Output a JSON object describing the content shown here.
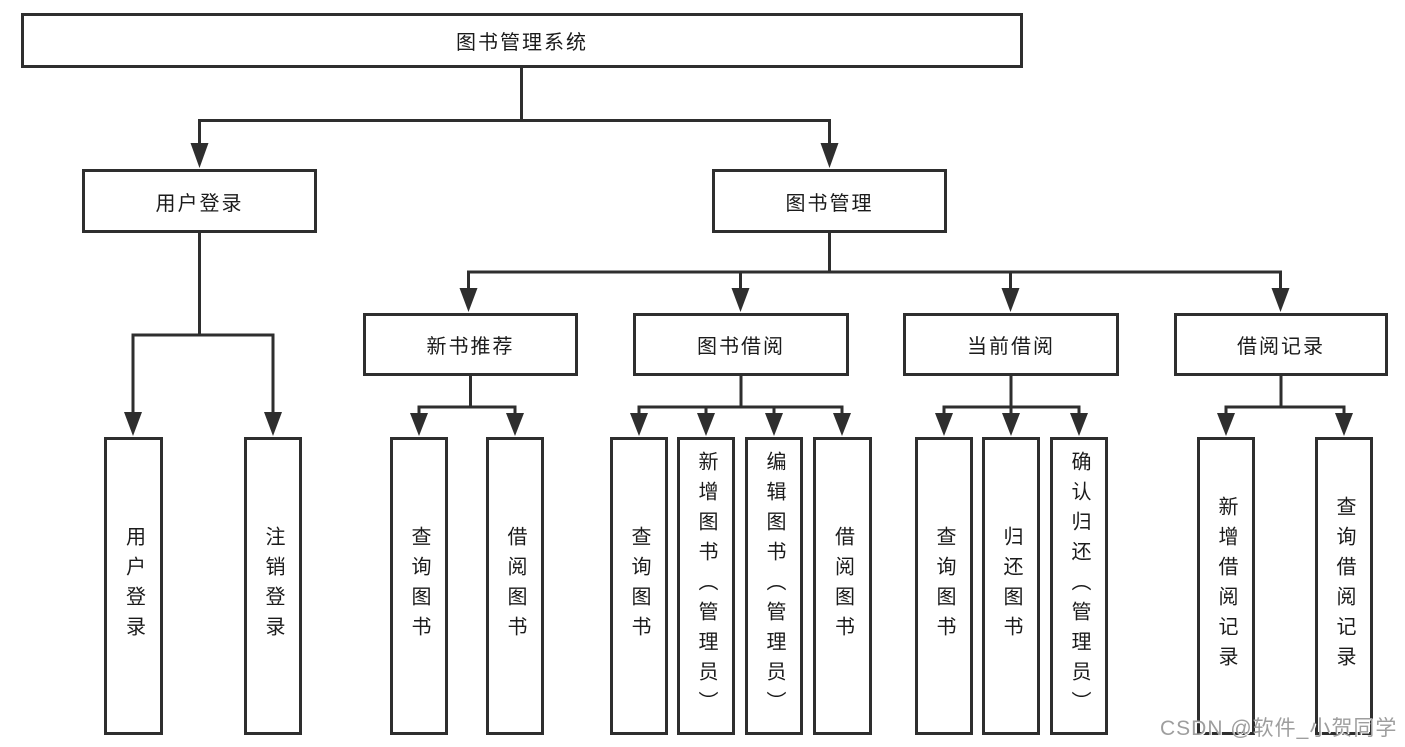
{
  "tree": {
    "root": {
      "label": "图书管理系统",
      "children": [
        {
          "label": "用户登录",
          "children": [
            {
              "label": "用户登录"
            },
            {
              "label": "注销登录"
            }
          ]
        },
        {
          "label": "图书管理",
          "children": [
            {
              "label": "新书推荐",
              "children": [
                {
                  "label": "查询图书"
                },
                {
                  "label": "借阅图书"
                }
              ]
            },
            {
              "label": "图书借阅",
              "children": [
                {
                  "label": "查询图书"
                },
                {
                  "label": "新增图书（管理员）"
                },
                {
                  "label": "编辑图书（管理员）"
                },
                {
                  "label": "借阅图书"
                }
              ]
            },
            {
              "label": "当前借阅",
              "children": [
                {
                  "label": "查询图书"
                },
                {
                  "label": "归还图书"
                },
                {
                  "label": "确认归还（管理员）"
                }
              ]
            },
            {
              "label": "借阅记录",
              "children": [
                {
                  "label": "新增借阅记录"
                },
                {
                  "label": "查询借阅记录"
                }
              ]
            }
          ]
        }
      ]
    }
  },
  "watermark": {
    "text": "CSDN @软件_小贺同学"
  },
  "colors": {
    "line": "#2e2e2e",
    "text": "#1b1b1b",
    "node_fill": "#ffffff",
    "watermark": "#9e9e9e",
    "background": "#ffffff"
  }
}
